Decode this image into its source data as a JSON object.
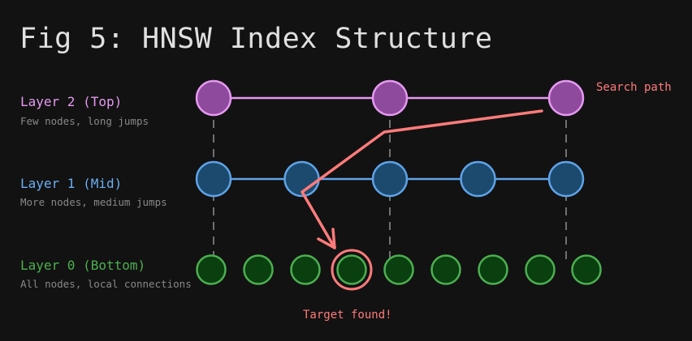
{
  "title": "Fig 5: HNSW Index Structure",
  "colors": {
    "background": "#121212",
    "layer2_fill": "#8e4a9c",
    "layer2_stroke": "#e599f0",
    "layer1_fill": "#1c4a6e",
    "layer1_stroke": "#5fa3e8",
    "layer0_fill": "#0a3f10",
    "layer0_stroke": "#4caf50",
    "search_path": "#ff7b7b",
    "dash": "#888888"
  },
  "layers": [
    {
      "id": 2,
      "label": "Layer 2 (Top)",
      "desc": "Few nodes, long jumps",
      "color": "#e599f0",
      "node_count": 3,
      "node_columns": [
        2,
        6,
        10
      ]
    },
    {
      "id": 1,
      "label": "Layer 1 (Mid)",
      "desc": "More nodes, medium jumps",
      "color": "#6aaef0",
      "node_count": 5,
      "node_columns": [
        2,
        4,
        6,
        8,
        10
      ]
    },
    {
      "id": 0,
      "label": "Layer 0 (Bottom)",
      "desc": "All nodes, local connections",
      "color": "#4caf50",
      "node_count": 9
    }
  ],
  "annotations": {
    "search_path": "Search path",
    "target": "Target found!"
  },
  "search_path": {
    "start": "Layer 2, node 3",
    "via": [
      "Layer 2 → Layer 1",
      "Layer 1, node 2"
    ],
    "target": "Layer 0, node 4"
  }
}
